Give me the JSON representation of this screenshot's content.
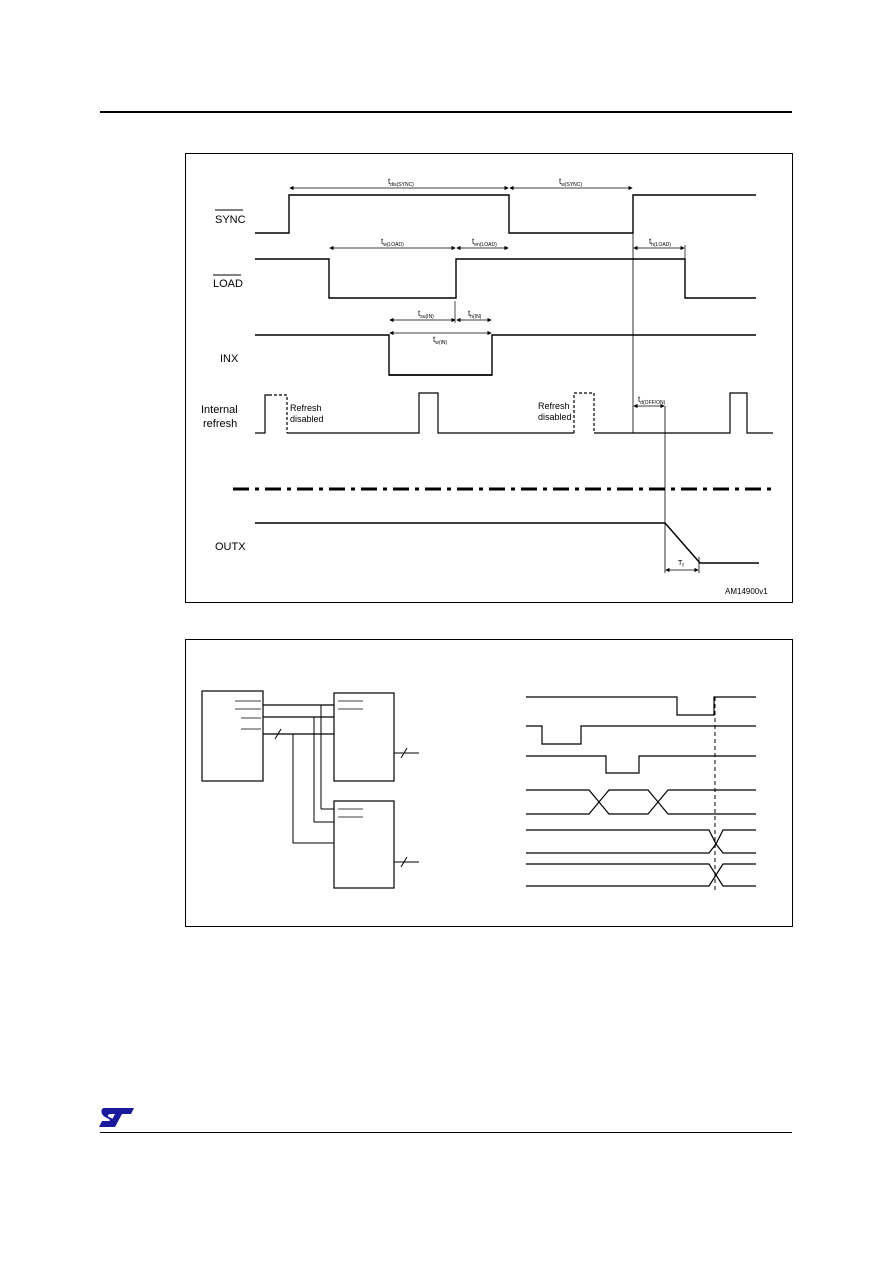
{
  "timing": {
    "signals": {
      "sync": "SYNC",
      "load": "LOAD",
      "inx": "INX",
      "internal_refresh_1": "Internal",
      "internal_refresh_2": "refresh",
      "outx": "OUTX"
    },
    "annotations": {
      "refresh_disabled_a1": "Refresh",
      "refresh_disabled_a2": "disabled",
      "refresh_disabled_b1": "Refresh",
      "refresh_disabled_b2": "disabled"
    },
    "params": {
      "t_dis_sync": "t",
      "t_dis_sync_sub": "dis(SYNC)",
      "t_w_sync": "t",
      "t_w_sync_sub": "w(SYNC)",
      "t_w_load": "t",
      "t_w_load_sub": "w(LOAD)",
      "t_en_load": "t",
      "t_en_load_sub": "en(LOAD)",
      "t_su_in": "t",
      "t_su_in_sub": "su(IN)",
      "t_h_in": "t",
      "t_h_in_sub": "h(IN)",
      "t_w_in": "t",
      "t_w_in_sub": "w(IN)",
      "t_h_load": "t",
      "t_h_load_sub": "h(LOAD)",
      "t_d_off_on": "t",
      "t_d_off_on_sub": "d(OFF/ON)",
      "t_f": "T",
      "t_f_sub": "f"
    },
    "figure_id": "AM14900v1"
  },
  "logo": {
    "name": "st-logo",
    "color": "#1a1a9c"
  }
}
